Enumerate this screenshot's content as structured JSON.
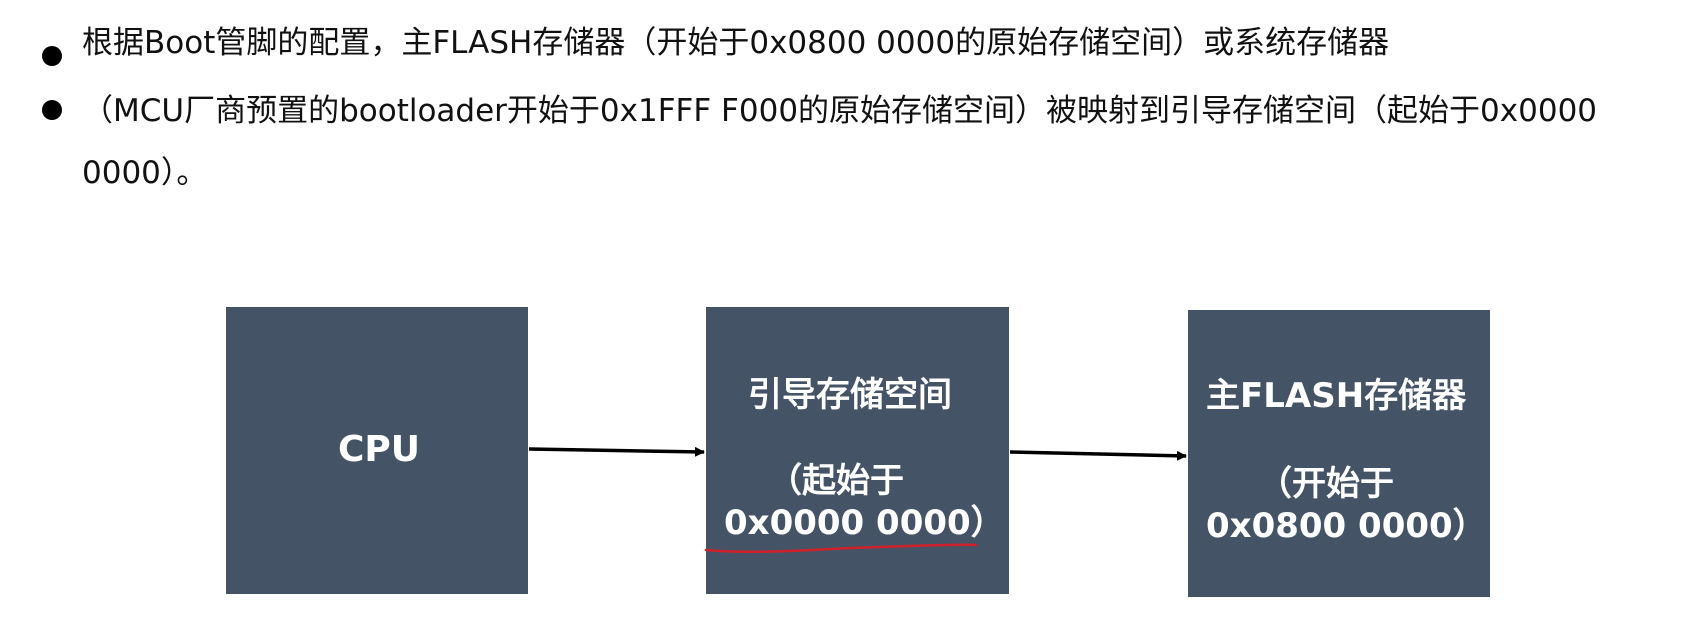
{
  "bullets": [
    {
      "text": "根据Boot管脚的配置，主FLASH存储器（开始于0x0800 0000的原始存储空间）或系统存储器"
    },
    {
      "text": "（MCU厂商预置的bootloader开始于0x1FFF F000的原始存储空间）被映射到引导存储空间（起始于0x0000 0000）。"
    }
  ],
  "diagram": {
    "box_color": "#455366",
    "cpu": {
      "label": "CPU"
    },
    "boot_space": {
      "title": "引导存储空间",
      "addr_line1": "（起始于",
      "addr_line2": "0x0000 0000）"
    },
    "main_flash": {
      "title": "主FLASH存储器",
      "addr_line1": "（开始于",
      "addr_line2": "0x0800 0000）"
    },
    "underline_color": "#d0202a",
    "arrow_color": "#000000"
  }
}
